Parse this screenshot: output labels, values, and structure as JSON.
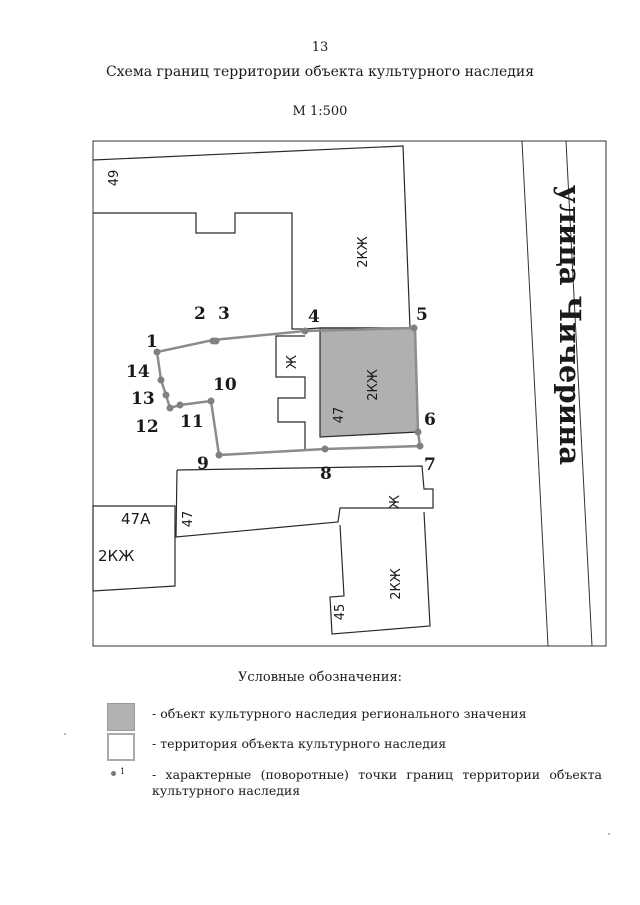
{
  "header": {
    "page_number": "13",
    "title": "Схема границ территории объекта культурного наследия",
    "scale": "М 1:500"
  },
  "map": {
    "street_name": "улица Чичерина",
    "building_labels": {
      "b49": "49",
      "kzh_top": "2КЖ",
      "zh_small": "Ж",
      "kzh_object": "2КЖ",
      "num_47_object": "47",
      "b47a": "47А",
      "kzh_47a": "2КЖ",
      "num_47_low": "47",
      "zh_low": "Ж",
      "kzh_45": "2КЖ",
      "num_45": "45"
    },
    "points": [
      {
        "label": "1"
      },
      {
        "label": "2"
      },
      {
        "label": "3"
      },
      {
        "label": "4"
      },
      {
        "label": "5"
      },
      {
        "label": "6"
      },
      {
        "label": "7"
      },
      {
        "label": "8"
      },
      {
        "label": "9"
      },
      {
        "label": "10"
      },
      {
        "label": "11"
      },
      {
        "label": "12"
      },
      {
        "label": "13"
      },
      {
        "label": "14"
      }
    ],
    "colors": {
      "object_fill": "#b0b0b0",
      "boundary": "#8c8c8c",
      "building_line": "#2a2a2a"
    }
  },
  "legend": {
    "title": "Условные обозначения:",
    "items": [
      {
        "label": "- объект культурного наследия регионального значения"
      },
      {
        "label": "- территория объекта культурного наследия"
      },
      {
        "label_line1": "- характерные (поворотные) точки границ территории объекта",
        "label_line2": "культурного наследия",
        "marker_label": "1"
      }
    ]
  }
}
